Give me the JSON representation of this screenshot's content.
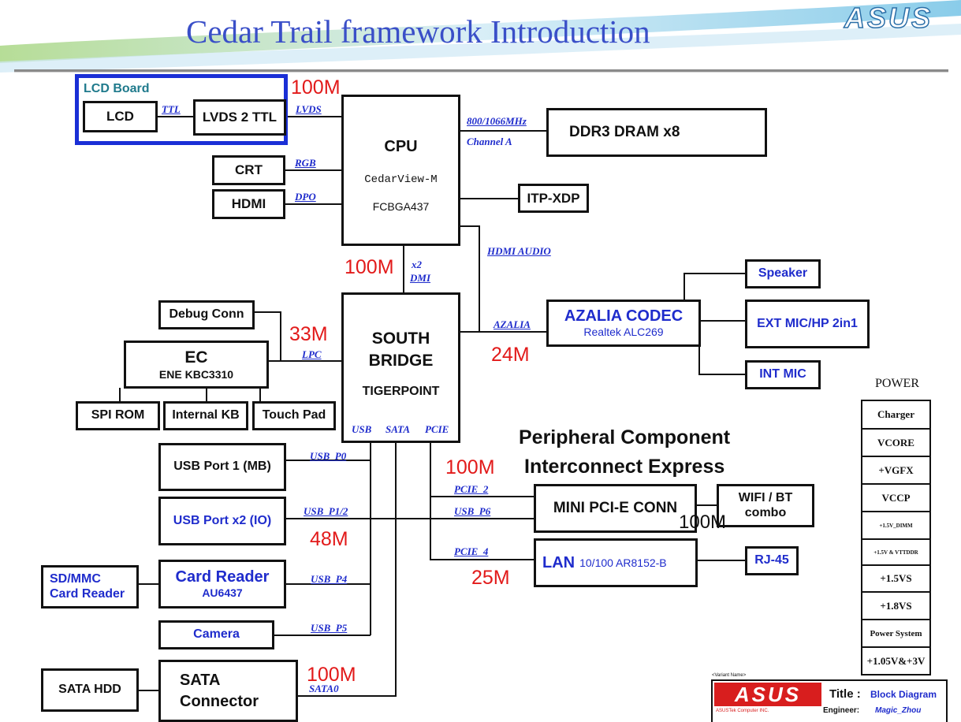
{
  "title": "Cedar Trail framework Introduction",
  "brand": "ASUS",
  "lcd_board": {
    "label": "LCD Board",
    "lcd": "LCD",
    "lvds2ttl": "LVDS 2 TTL",
    "bus_ttl": "TTL",
    "bus_lvds": "LVDS"
  },
  "cpu": {
    "name": "CPU",
    "model": "CedarView-M",
    "package": "FCBGA437"
  },
  "ddr": {
    "label": "DDR3 DRAM x8",
    "bus_freq": "800/1066MHz",
    "bus_channel": "Channel A"
  },
  "itp": "ITP-XDP",
  "crt": {
    "label": "CRT",
    "bus": "RGB"
  },
  "hdmi": {
    "label": "HDMI",
    "bus": "DPO"
  },
  "hdmi_audio": "HDMI AUDIO",
  "dmi": {
    "x2": "x2",
    "dmi": "DMI"
  },
  "south": {
    "line1": "SOUTH",
    "line2": "BRIDGE",
    "line3": "TIGERPOINT",
    "usb": "USB",
    "sata": "SATA",
    "pcie": "PCIE"
  },
  "azalia": {
    "title": "AZALIA CODEC",
    "sub": "Realtek ALC269",
    "bus": "AZALIA"
  },
  "speaker": "Speaker",
  "ext_mic": "EXT MIC/HP 2in1",
  "int_mic": "INT MIC",
  "debug": "Debug Conn",
  "ec": {
    "name": "EC",
    "chip": "ENE KBC3310",
    "bus": "LPC"
  },
  "spi_rom": "SPI ROM",
  "internal_kb": "Internal KB",
  "touch_pad": "Touch Pad",
  "usb_mb": {
    "label": "USB Port  1 (MB)",
    "bus": "USB_P0"
  },
  "usb_io": {
    "label": "USB Port x2 (IO)",
    "bus": "USB_P1/2"
  },
  "card_reader": {
    "title": "Card Reader",
    "chip": "AU6437",
    "bus": "USB_P4"
  },
  "sd_mmc": {
    "line1": "SD/MMC",
    "line2": "Card Reader"
  },
  "camera": {
    "label": "Camera",
    "bus": "USB_P5"
  },
  "sata_conn": {
    "line1": "SATA",
    "line2": "Connector",
    "bus": "SATA0"
  },
  "sata_hdd": "SATA HDD",
  "pcie_title": {
    "line1": "Peripheral Component",
    "line2": "Interconnect Express"
  },
  "mini_pcie": {
    "label": "MINI PCI-E CONN",
    "bus_pcie2": "PCIE_2",
    "bus_usb6": "USB_P6"
  },
  "wifi": {
    "line1": "WIFI / BT",
    "line2": "combo"
  },
  "lan": {
    "title": "LAN",
    "chip": "10/100 AR8152-B",
    "bus": "PCIE_4"
  },
  "rj45": "RJ-45",
  "speeds": {
    "lvds": "100M",
    "dmi": "100M",
    "lpc": "33M",
    "azalia": "24M",
    "pcie": "100M",
    "usb": "48M",
    "lan": "25M",
    "wifi": "100M",
    "sata": "100M"
  },
  "power": {
    "heading": "POWER",
    "items": [
      "Charger",
      "VCORE",
      "+VGFX",
      "VCCP",
      "+1.5V_DIMM",
      "+1.5V & VTTDDR",
      "+1.5VS",
      "+1.8VS",
      "Power System",
      "+1.05V&+3V"
    ]
  },
  "title_block": {
    "variant": "<Variant Name>",
    "company": "ASUSTek Computer INC.",
    "title_label": "Title :",
    "title_value": "Block Diagram",
    "engineer_label": "Engineer:",
    "engineer_value": "Magic_Zhou"
  },
  "colors": {
    "title": "#3a4fc8",
    "bus": "#1f2ccc",
    "speed": "#e21a1a",
    "lcd_board_border": "#1a2fd6",
    "lcd_board_label": "#1f7a8c"
  }
}
